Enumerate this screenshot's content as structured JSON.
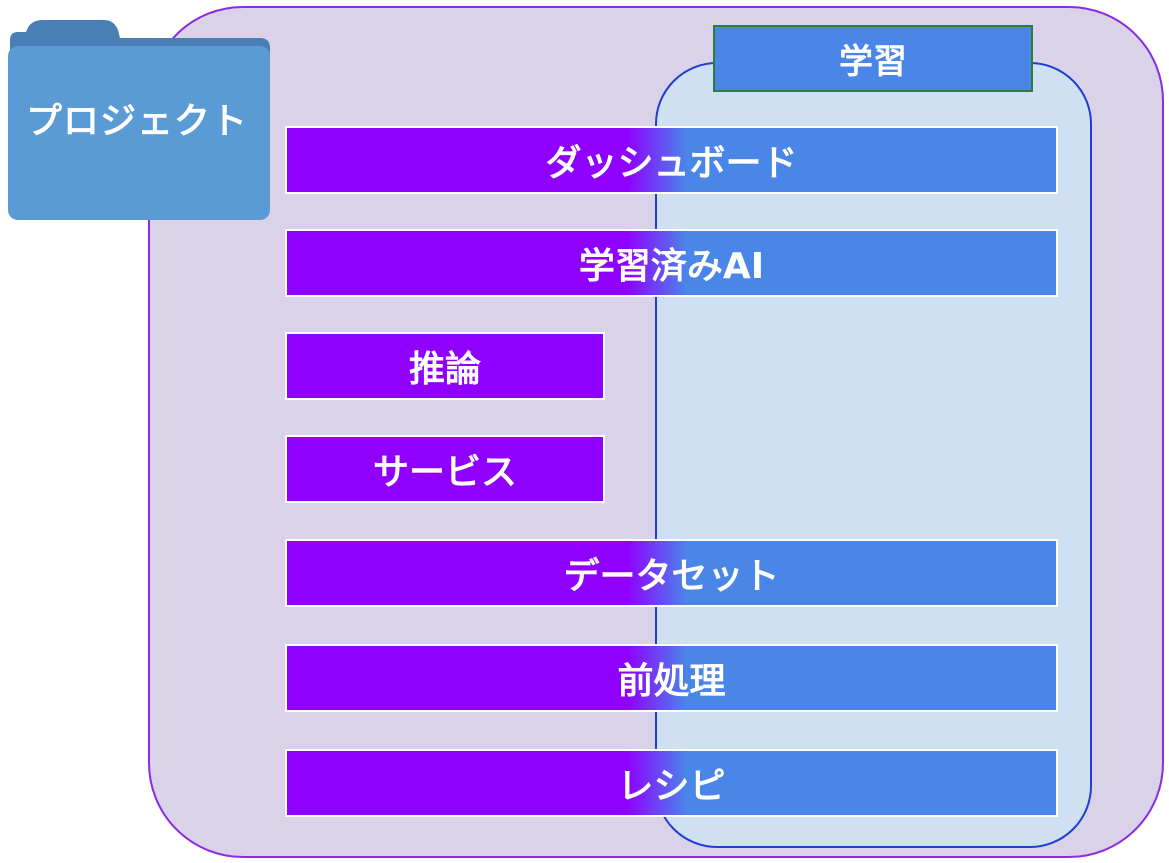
{
  "project": {
    "label": "プロジェクト"
  },
  "learning": {
    "label": "学習"
  },
  "items": {
    "dashboard": "ダッシュボード",
    "trained_ai": "学習済みAI",
    "inference": "推論",
    "service": "サービス",
    "dataset": "データセット",
    "preprocessing": "前処理",
    "recipe": "レシピ"
  },
  "colors": {
    "project_fill": "#d9d2e8",
    "project_border": "#8a2be2",
    "learning_fill": "#cfe0f2",
    "learning_border": "#1f3fd0",
    "purple_bar": "#8f00ff",
    "blue_bar": "#4a86e8",
    "folder": "#5b9bd5"
  },
  "icons": {
    "folder": "folder-icon"
  }
}
